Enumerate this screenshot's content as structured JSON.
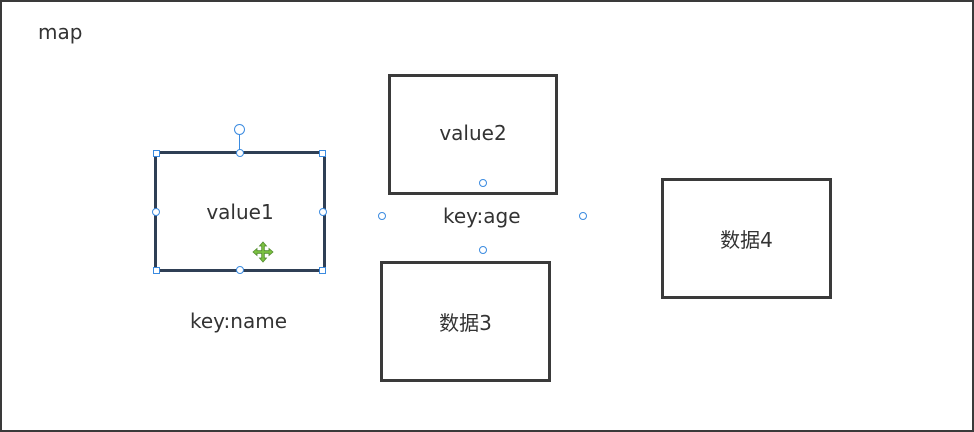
{
  "container": {
    "title": "map"
  },
  "nodes": {
    "value1": "value1",
    "value2": "value2",
    "data3": "数据3",
    "data4": "数据4"
  },
  "keys": {
    "name": "key:name",
    "age": "key:age"
  },
  "colors": {
    "border": "#3a3a3a",
    "selection_handle": "#3b8be0",
    "move_icon": "#7cc242",
    "text": "#333333"
  },
  "icons": {
    "move": "move-cursor-icon",
    "rotate": "rotate-handle-icon"
  }
}
